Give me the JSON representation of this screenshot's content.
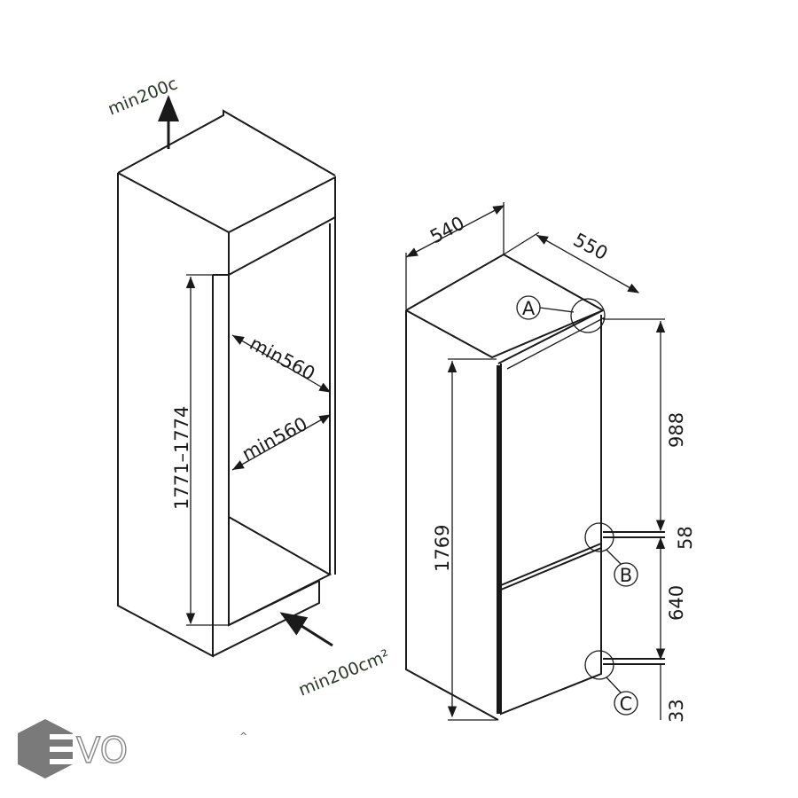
{
  "left_diagram": {
    "top_clearance": "min200c",
    "bottom_clearance": "min200cm²",
    "niche_height": "1771–1774",
    "depth_upper": "min560",
    "depth_lower": "min560"
  },
  "right_diagram": {
    "width": "540",
    "depth": "550",
    "height": "1769",
    "upper_door": "988",
    "gap": "58",
    "lower_door": "640",
    "bottom": "33",
    "detail_a": "A",
    "detail_b": "B",
    "detail_c": "C"
  },
  "logo": {
    "text": "EVO",
    "color": "#7a7a7a"
  },
  "stray_mark": "^"
}
